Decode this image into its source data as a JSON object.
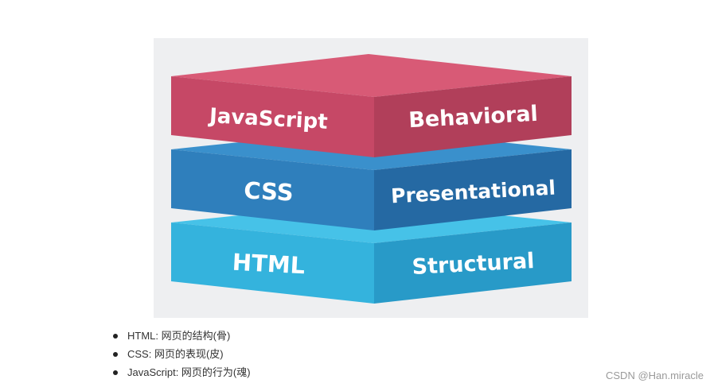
{
  "diagram": {
    "layers": [
      {
        "name": "JavaScript",
        "role": "Behavioral",
        "colors": {
          "top": "#d85a76",
          "left": "#c64866",
          "right": "#b13f5a"
        }
      },
      {
        "name": "CSS",
        "role": "Presentational",
        "colors": {
          "top": "#3a90cc",
          "left": "#2f7fbc",
          "right": "#2569a3"
        }
      },
      {
        "name": "HTML",
        "role": "Structural",
        "colors": {
          "top": "#46c2e8",
          "left": "#34b3dd",
          "right": "#289ac8"
        }
      }
    ]
  },
  "bullets": [
    "HTML: 网页的结构(骨)",
    "CSS: 网页的表现(皮)",
    "JavaScript: 网页的行为(魂)"
  ],
  "watermark": "CSDN @Han.miracle"
}
